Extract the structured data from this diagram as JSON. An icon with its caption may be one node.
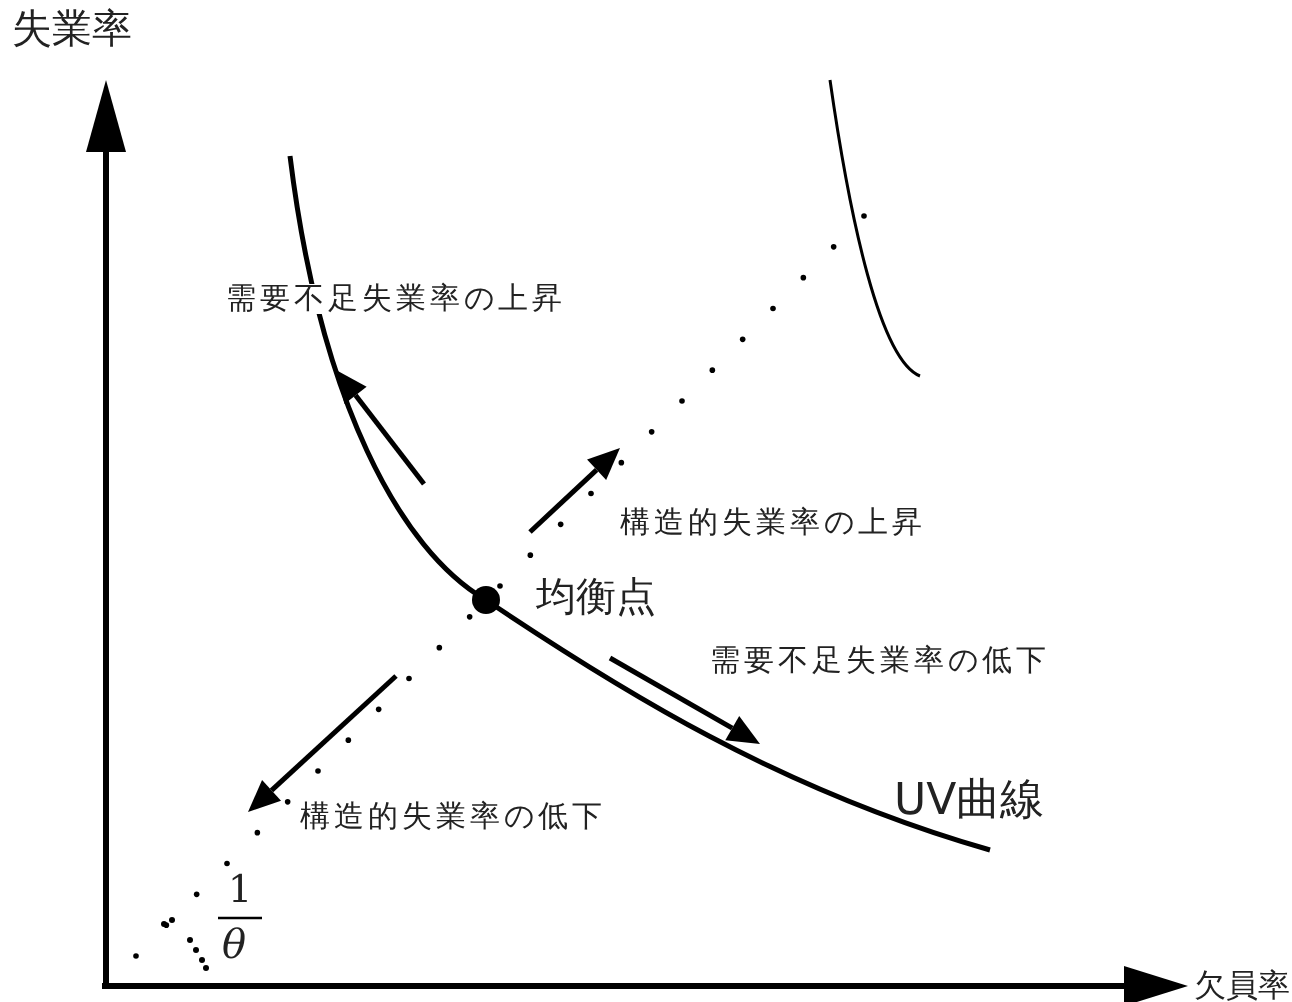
{
  "diagram": {
    "labels": [
      "失業率",
      "需要不足失業率の上昇",
      "構造的失業率の上昇",
      "均衡点",
      "需要不足失業率の低下",
      "UV曲線",
      "構造的失業率の低下",
      "1",
      "θ",
      "欠員率"
    ]
  }
}
